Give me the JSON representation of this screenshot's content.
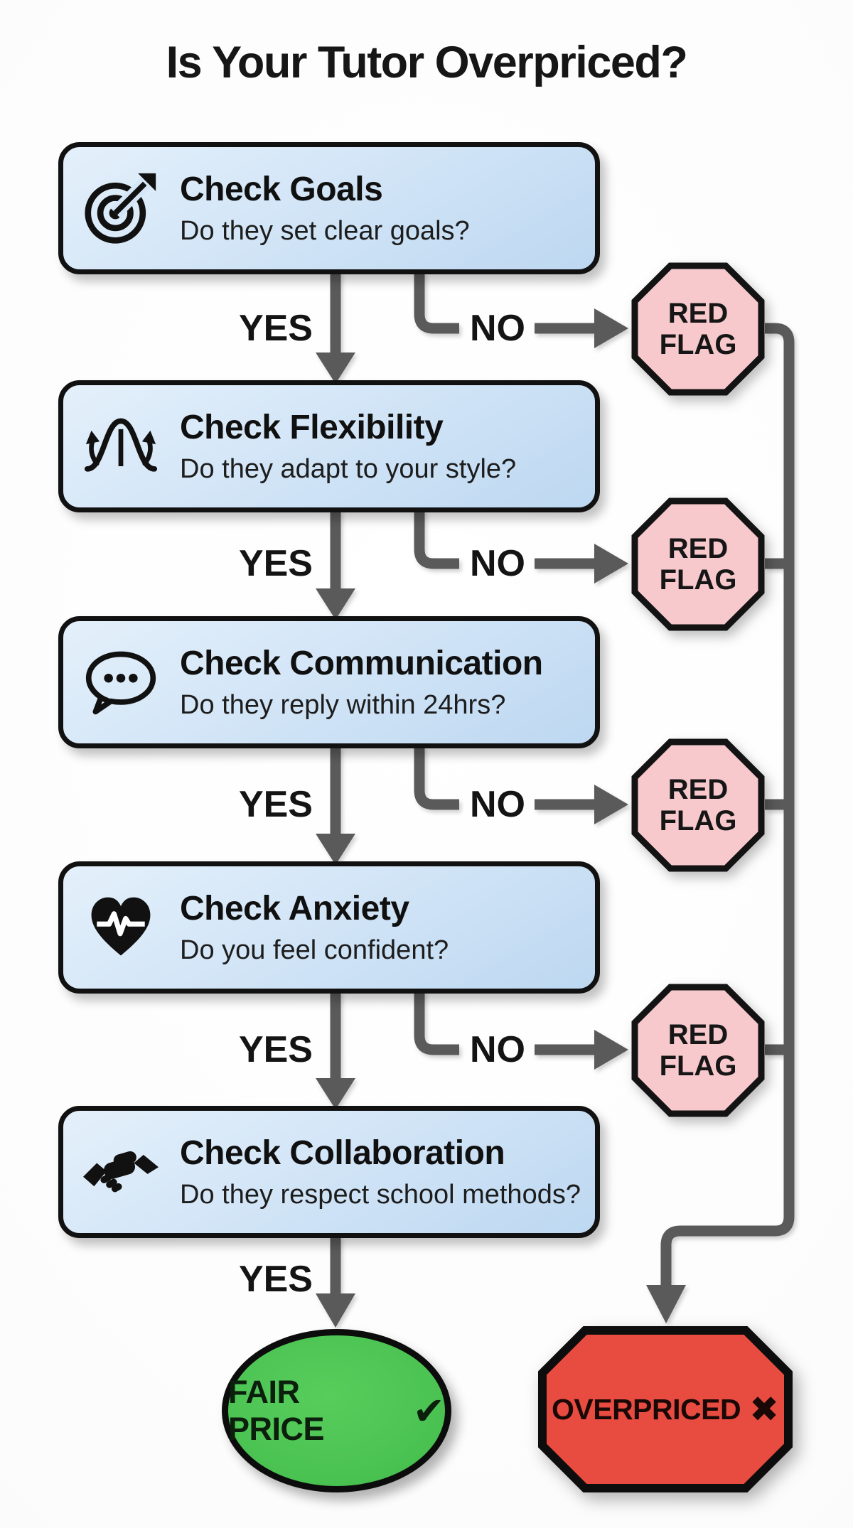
{
  "title": "Is Your Tutor Overpriced?",
  "labels": {
    "yes": "YES",
    "no": "NO"
  },
  "red_flag_label": "RED FLAG",
  "steps": [
    {
      "title": "Check Goals",
      "question": "Do they set clear goals?",
      "icon": "target-icon"
    },
    {
      "title": "Check Flexibility",
      "question": "Do they adapt to your style?",
      "icon": "flexibility-curve-icon"
    },
    {
      "title": "Check Communication",
      "question": "Do they reply within 24hrs?",
      "icon": "speech-bubble-icon"
    },
    {
      "title": "Check Anxiety",
      "question": "Do you feel confident?",
      "icon": "heart-pulse-icon"
    },
    {
      "title": "Check Collaboration",
      "question": "Do they respect school methods?",
      "icon": "handshake-icon"
    }
  ],
  "outcomes": {
    "fair_price": {
      "label": "FAIR PRICE",
      "mark": "✔"
    },
    "overpriced": {
      "label": "OVERPRICED",
      "mark": "✖"
    }
  },
  "colors": {
    "background": "#fcfcfc",
    "box_fill": "#cfe3f6",
    "box_border": "#111111",
    "connector_gray": "#5a5a5a",
    "red_flag_fill": "#f7c9cd",
    "fair_price_green": "#4ac251",
    "overpriced_red": "#e84c40",
    "text": "#111111"
  }
}
